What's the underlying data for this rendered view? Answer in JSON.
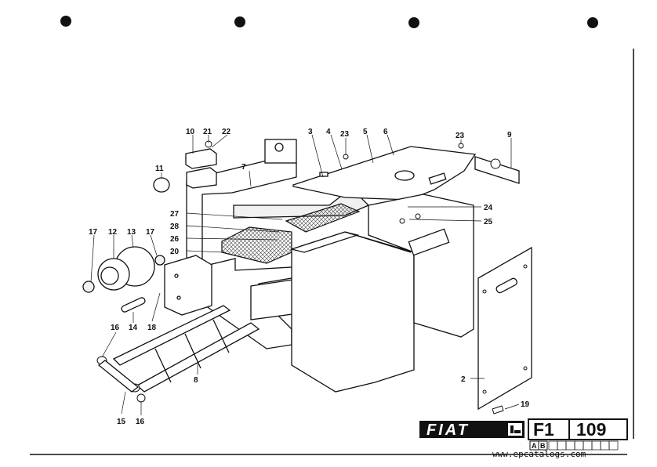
{
  "labels": {
    "l2": "2",
    "l3": "3",
    "l4": "4",
    "l5": "5",
    "l6": "6",
    "l7": "7",
    "l8": "8",
    "l9": "9",
    "l10": "10",
    "l11": "11",
    "l12": "12",
    "l13": "13",
    "l14": "14",
    "l15": "15",
    "l16a": "16",
    "l16b": "16",
    "l17a": "17",
    "l17b": "17",
    "l18": "18",
    "l19": "19",
    "l20": "20",
    "l21": "21",
    "l22": "22",
    "l23a": "23",
    "l23b": "23",
    "l24": "24",
    "l25": "25",
    "l26": "26",
    "l27": "27",
    "l28": "28"
  },
  "footer": {
    "brand": "FIAT",
    "group_code": "F1",
    "page_number": "109",
    "variant_a": "A",
    "variant_b": "B",
    "watermark": "www.epcatalogs.com"
  }
}
